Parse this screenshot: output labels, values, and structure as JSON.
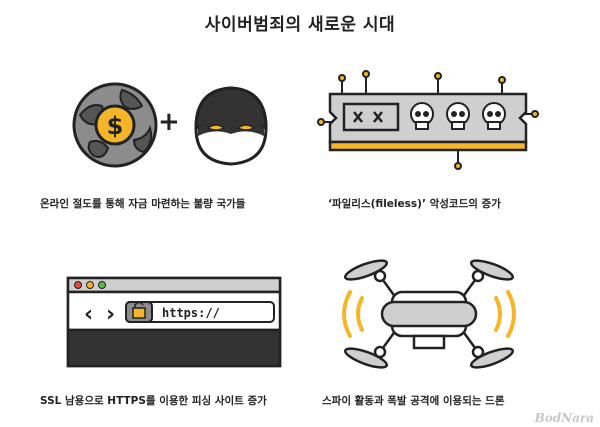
{
  "title": "사이버범죄의 새로운 시대",
  "panels": [
    {
      "caption": "온라인 절도를 통해 자금 마련하는 불량 국가들"
    },
    {
      "caption": "‘파일리스(fileless)’ 악성코드의 증가"
    },
    {
      "caption": "SSL 남용으로 HTTPS를 이용한 피싱 사이트 증가"
    },
    {
      "caption": "스파이 활동과 폭발 공격에 이용되는 드론"
    }
  ],
  "browser": {
    "nav_back": "‹",
    "nav_forward": "›",
    "url": "https://"
  },
  "globe": {
    "currency_symbol": "$"
  },
  "plus_sign": "+",
  "logo": "BodNara",
  "colors": {
    "accent_yellow": "#f5b528",
    "dark": "#222222",
    "gray": "#8c8c8c",
    "light_gray": "#cfcfcf"
  }
}
